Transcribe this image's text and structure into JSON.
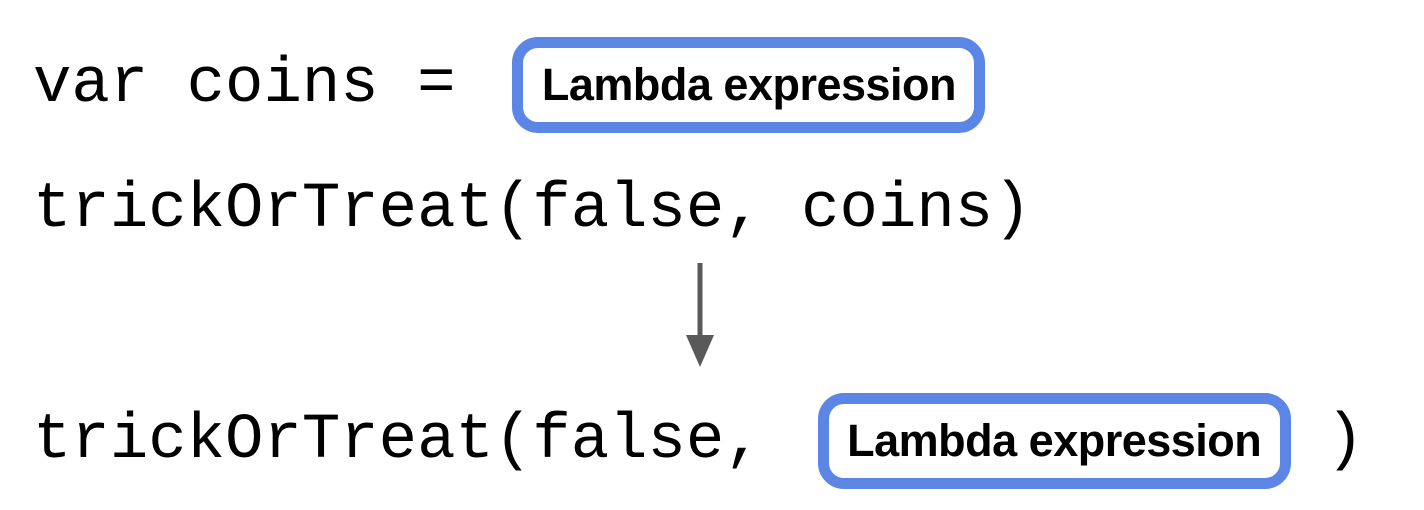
{
  "colors": {
    "background": "#ffffff",
    "box_border": "#5c86e5",
    "box_fill": "#ffffff",
    "code_text": "#000000",
    "label_text": "#000000",
    "arrow": "#595959"
  },
  "diagram": {
    "assignment": {
      "code": "var coins =",
      "box_label": "Lambda expression"
    },
    "call_before": {
      "code": "trickOrTreat(false, coins)"
    },
    "arrow": {
      "direction": "down"
    },
    "call_after": {
      "code_prefix": "trickOrTreat(false,",
      "box_label": "Lambda expression",
      "code_suffix": ")"
    }
  }
}
